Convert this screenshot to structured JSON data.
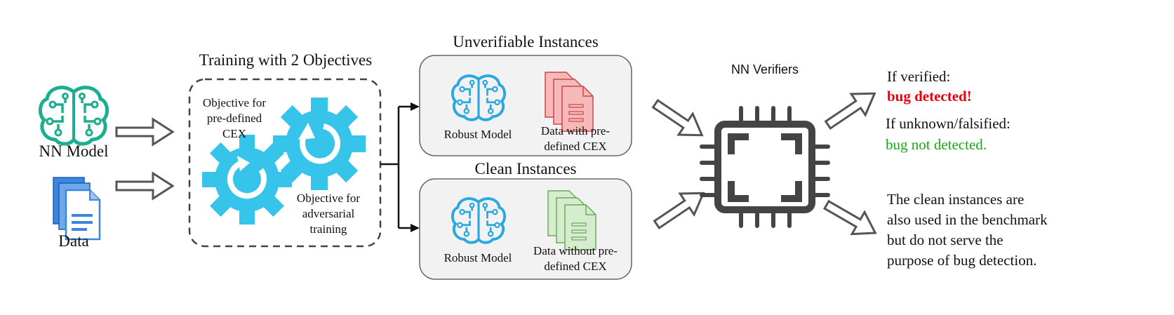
{
  "inputs": {
    "model_label": "NN Model",
    "data_label": "Data"
  },
  "training": {
    "title": "Training with 2 Objectives",
    "objective_cex": [
      "Objective for",
      "pre-defined",
      "CEX"
    ],
    "objective_adv": [
      "Objective for",
      "adversarial",
      "training"
    ]
  },
  "unverifiable": {
    "title": "Unverifiable Instances",
    "model_label": "Robust Model",
    "data_label": [
      "Data with pre-",
      "defined CEX"
    ]
  },
  "clean": {
    "title": "Clean Instances",
    "model_label": "Robust Model",
    "data_label": [
      "Data without pre-",
      "defined CEX"
    ]
  },
  "verifier": {
    "title": "NN Verifiers"
  },
  "outcomes": {
    "verified_prefix": "If verified:",
    "verified_result": "bug detected!",
    "unknown_prefix": "If unknown/falsified:",
    "unknown_result": "bug not detected.",
    "clean_note": [
      "The clean instances are",
      "also used in the benchmark",
      "but do not serve the",
      "purpose of bug detection."
    ]
  },
  "colors": {
    "brain_teal": "#1bae8f",
    "brain_blue": "#2aa8e0",
    "gear": "#36c4ea",
    "doc_blue": "#3a86e0",
    "doc_red": "#f2a0a0",
    "doc_green": "#b8dfb0",
    "chip": "#444444",
    "panel": "#f2f2f2",
    "bug_red": "#e8000b",
    "ok_green": "#1aa61a"
  }
}
